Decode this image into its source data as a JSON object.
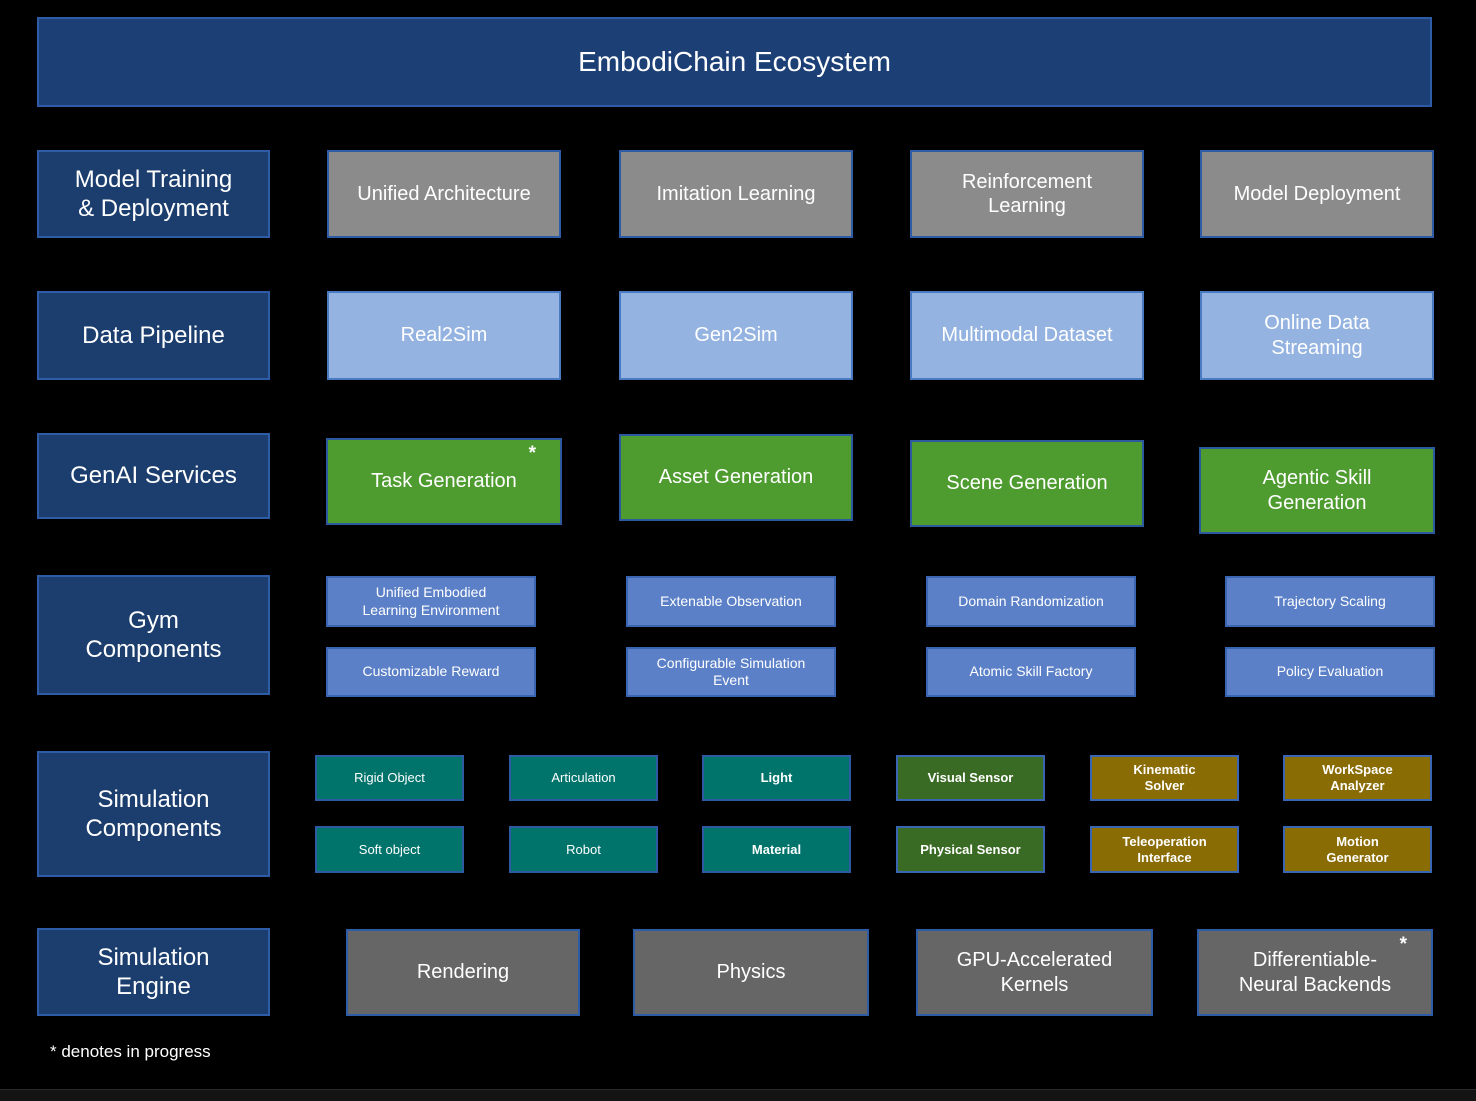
{
  "title": "EmbodiChain Ecosystem",
  "footnote": "* denotes in progress",
  "palette": {
    "label_blue": "#1c3e6e",
    "title_blue": "#1c4076",
    "border_blue": "#2e5ca6",
    "gray_light": "#8b8b8b",
    "gray_dark": "#666666",
    "light_blue": "#94b3e0",
    "green": "#4e9b2f",
    "gym_blue": "#5b80c7",
    "teal": "#00736b",
    "sensor_green": "#3a6b24",
    "tool_olive": "#8a6c04"
  },
  "rows": [
    {
      "label": "Model Training\n& Deployment",
      "variant": "gray_light",
      "items": [
        {
          "text": "Unified Architecture"
        },
        {
          "text": "Imitation Learning"
        },
        {
          "text": "Reinforcement\nLearning"
        },
        {
          "text": "Model Deployment"
        }
      ]
    },
    {
      "label": "Data Pipeline",
      "variant": "light_blue",
      "items": [
        {
          "text": "Real2Sim"
        },
        {
          "text": "Gen2Sim"
        },
        {
          "text": "Multimodal Dataset"
        },
        {
          "text": "Online Data\nStreaming"
        }
      ]
    },
    {
      "label": "GenAI Services",
      "variant": "green",
      "items": [
        {
          "text": "Task Generation",
          "asterisk": true
        },
        {
          "text": "Asset Generation"
        },
        {
          "text": "Scene Generation"
        },
        {
          "text": "Agentic Skill\nGeneration"
        }
      ]
    },
    {
      "label": "Gym\nComponents",
      "variant": "gym",
      "items": [
        {
          "text": "Unified Embodied\nLearning Environment"
        },
        {
          "text": "Extenable Observation"
        },
        {
          "text": "Domain Randomization"
        },
        {
          "text": "Trajectory Scaling"
        },
        {
          "text": "Customizable Reward"
        },
        {
          "text": "Configurable Simulation\nEvent"
        },
        {
          "text": "Atomic Skill Factory"
        },
        {
          "text": "Policy Evaluation"
        }
      ]
    },
    {
      "label": "Simulation\nComponents",
      "variant": "sim",
      "items": [
        {
          "text": "Rigid Object",
          "color": "teal"
        },
        {
          "text": "Articulation",
          "color": "teal"
        },
        {
          "text": "Light",
          "color": "teal"
        },
        {
          "text": "Visual Sensor",
          "color": "sensor"
        },
        {
          "text": "Kinematic\nSolver",
          "color": "tool"
        },
        {
          "text": "WorkSpace\nAnalyzer",
          "color": "tool"
        },
        {
          "text": "Soft object",
          "color": "teal"
        },
        {
          "text": "Robot",
          "color": "teal"
        },
        {
          "text": "Material",
          "color": "teal"
        },
        {
          "text": "Physical Sensor",
          "color": "sensor"
        },
        {
          "text": "Teleoperation\nInterface",
          "color": "tool"
        },
        {
          "text": "Motion\nGenerator",
          "color": "tool"
        }
      ]
    },
    {
      "label": "Simulation\nEngine",
      "variant": "gray_dark",
      "items": [
        {
          "text": "Rendering"
        },
        {
          "text": "Physics"
        },
        {
          "text": "GPU-Accelerated\nKernels"
        },
        {
          "text": "Differentiable-\nNeural Backends",
          "asterisk": true
        }
      ]
    }
  ]
}
